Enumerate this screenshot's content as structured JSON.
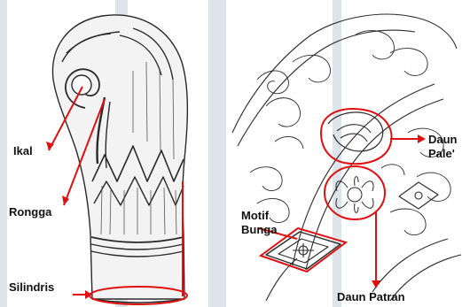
{
  "colors": {
    "annotation": "#e01010",
    "ink": "#2a2a2a",
    "band": "#9fb3c7"
  },
  "left_figure": {
    "labels": {
      "ikal": "Ikal",
      "rongga": "Rongga",
      "silindris": "Silindris"
    }
  },
  "right_figure": {
    "labels": {
      "daun_pale_1": "Daun",
      "daun_pale_2": "Pale'",
      "motif_bunga_1": "Motif",
      "motif_bunga_2": "Bunga",
      "daun_patran": "Daun Patran"
    }
  }
}
